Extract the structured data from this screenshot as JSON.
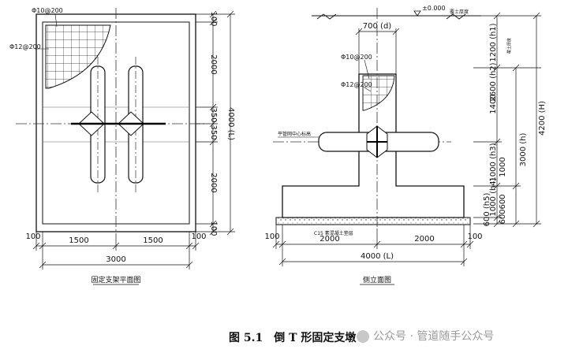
{
  "plan_view": {
    "rebar_top": "Φ10@200",
    "rebar_left": "Φ12@200",
    "dim_top_margin": "100",
    "dim_upper": "2000",
    "dim_mid_a": "350",
    "dim_mid_b": "350",
    "dim_lower": "2000",
    "dim_bottom_margin": "100",
    "dim_total": "4000 (L)",
    "dim_left_margin": "100",
    "dim_half_left": "1500",
    "dim_half_right": "1500",
    "dim_right_margin": "100",
    "dim_width": "3000",
    "title": "固定支架平面图"
  },
  "section_view": {
    "elevation": "±0.000",
    "ground_label": "覆土厚度",
    "dim_stem_width": "700 (d)",
    "rebar_top": "Φ10@200",
    "rebar_side": "Φ12@200",
    "pipe_label": "平管网中心标高",
    "h1": "1200 (h1)",
    "h1_note": "覆土厚度",
    "h2": "2600 (h2)",
    "seg_1400": "1400",
    "seg_1000": "1000",
    "h3": "1000 (h3)",
    "h4": "1000 (h4)",
    "h_total": "4200 (H)",
    "h_mid": "3000 (h)",
    "seg_600a": "600",
    "seg_600b": "600",
    "h5": "600 (h5)",
    "cushion_label": "C15 素混凝土垫层",
    "dim_left_margin": "100",
    "dim_half_left": "2000",
    "dim_half_right": "2000",
    "dim_right_margin": "100",
    "dim_length": "4000 (L)",
    "title": "侧立面图"
  },
  "caption": {
    "number": "图 5.1",
    "text": "倒 T 形固定支墩"
  },
  "watermark": {
    "text": "公众号 · 管道随手公众号"
  }
}
